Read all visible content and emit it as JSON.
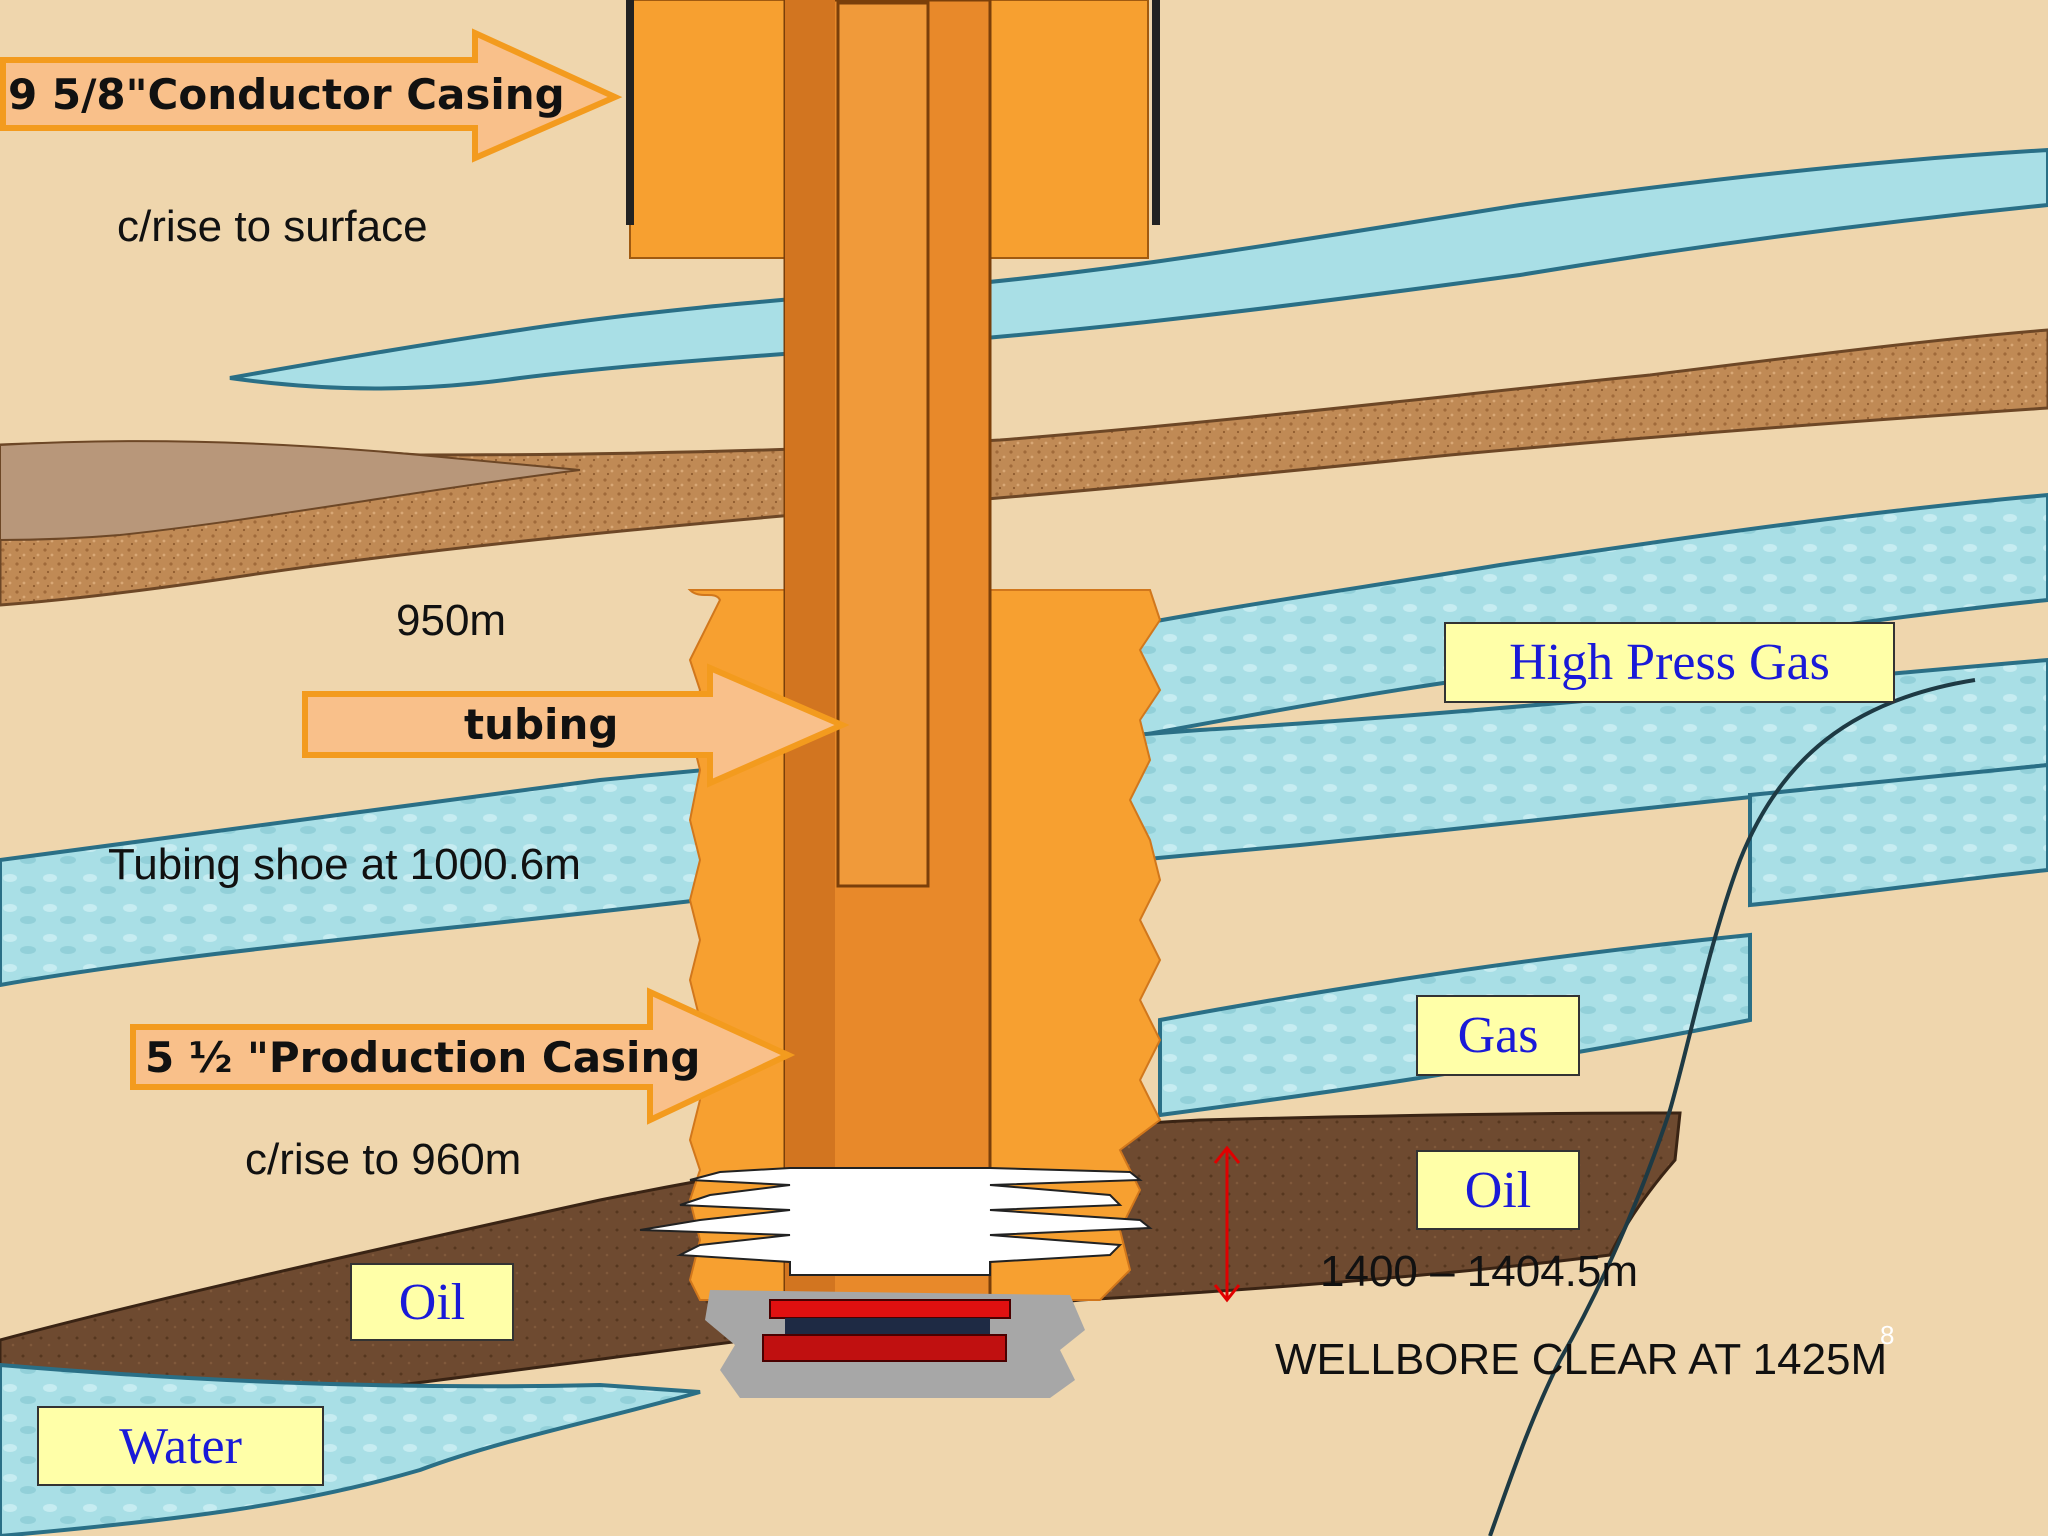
{
  "labels": {
    "conductor_casing": "9 5/8\"Conductor Casing",
    "conductor_rise": "c/rise to surface",
    "depth_950": "950m",
    "tubing": "tubing",
    "tubing_shoe": "Tubing shoe at 1000.6m",
    "production_casing": "5 ½ \"Production Casing",
    "production_rise": "c/rise to 960m",
    "perf_interval": "1400 – 1404.5m",
    "wellbore_clear": "WELLBORE CLEAR AT 1425M",
    "slide_number": "8"
  },
  "zones": {
    "high_press_gas": "High Press Gas",
    "gas": "Gas",
    "oil_right": "Oil",
    "oil_left": "Oil",
    "water": "Water"
  },
  "colors": {
    "rock": "#efd6ad",
    "water_layer": "#a9dfe6",
    "sand_layer": "#c08a55",
    "oil_layer": "#6e4a30",
    "cement": "#f7a030",
    "casing": "#e8892a",
    "arrow_fill": "#f9c08a",
    "arrow_outline": "#f39b1e",
    "label_box": "#ffffa8",
    "label_text": "#1a1ad8",
    "perf_arrow": "#e00000",
    "packer": "#e01010"
  }
}
